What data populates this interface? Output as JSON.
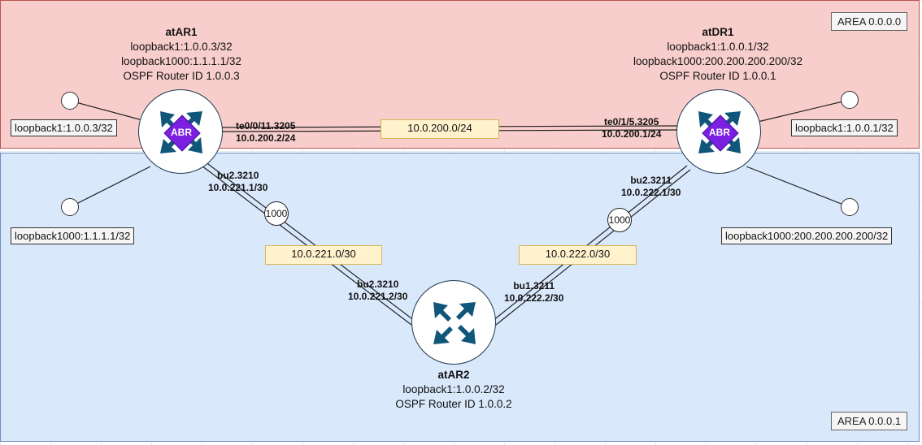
{
  "areas": {
    "backbone": {
      "label": "AREA 0.0.0.0",
      "color": "#f8cecc"
    },
    "area1": {
      "label": "AREA 0.0.0.1",
      "color": "#dae8fc"
    }
  },
  "routers": {
    "atAR1": {
      "name": "atAR1",
      "lines": [
        "loopback1:1.0.0.3/32",
        "loopback1000:1.1.1.1/32",
        "OSPF Router ID 1.0.0.3"
      ],
      "badge": "ABR",
      "icon": "router-icon"
    },
    "atDR1": {
      "name": "atDR1",
      "lines": [
        "loopback1:1.0.0.1/32",
        "loopback1000:200.200.200.200/32",
        "OSPF Router ID 1.0.0.1"
      ],
      "badge": "ABR",
      "icon": "router-icon"
    },
    "atAR2": {
      "name": "atAR2",
      "lines": [
        "loopback1:1.0.0.2/32",
        "OSPF Router ID 1.0.0.2"
      ],
      "icon": "router-icon"
    }
  },
  "loopbacks": {
    "ar1_lo1": "loopback1:1.0.0.3/32",
    "ar1_lo1000": "loopback1000:1.1.1.1/32",
    "dr1_lo1": "loopback1:1.0.0.1/32",
    "dr1_lo1000": "loopback1000:200.200.200.200/32"
  },
  "subnets": {
    "backbone_link": "10.0.200.0/24",
    "ar1_ar2": "10.0.221.0/30",
    "dr1_ar2": "10.0.222.0/30"
  },
  "interfaces": {
    "ar1_te": {
      "name": "te0/0/11.3205",
      "ip": "10.0.200.2/24"
    },
    "dr1_te": {
      "name": "te0/1/5.3205",
      "ip": "10.0.200.1/24"
    },
    "ar1_bu": {
      "name": "bu2.3210",
      "ip": "10.0.221.1/30"
    },
    "ar2_bu_left": {
      "name": "bu2.3210",
      "ip": "10.0.221.2/30"
    },
    "dr1_bu": {
      "name": "bu2.3211",
      "ip": "10.0.222.1/30"
    },
    "ar2_bu_right": {
      "name": "bu1.3211",
      "ip": "10.0.222.2/30"
    }
  },
  "costs": {
    "ar1_ar2": "1000",
    "dr1_ar2": "1000"
  },
  "colors": {
    "router_arrow": "#10557a",
    "abr_badge": "#7b1fe0",
    "subnet_fill": "#fff2cc"
  }
}
